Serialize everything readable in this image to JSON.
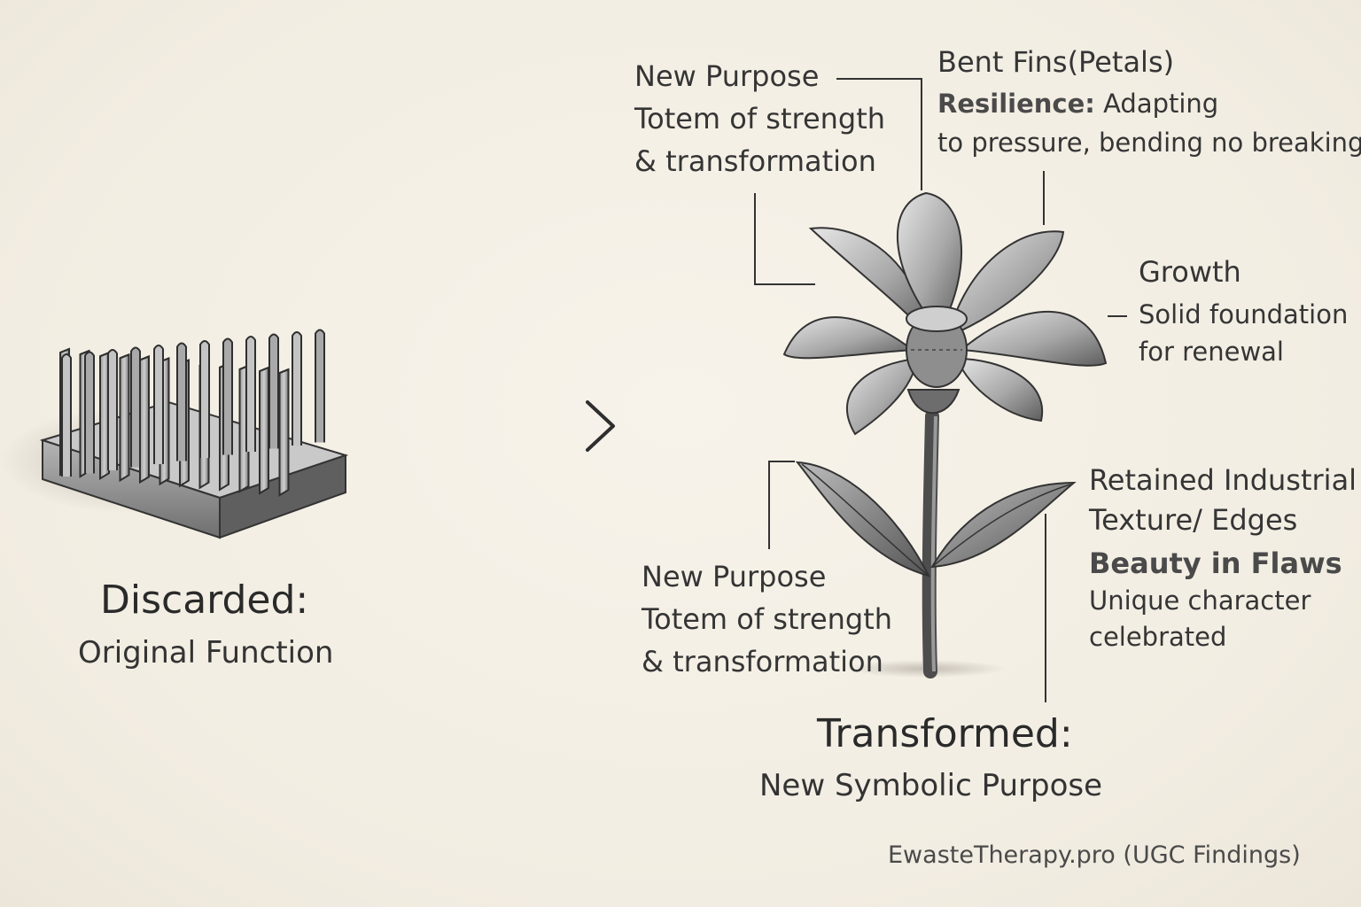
{
  "left": {
    "title": "Discarded:",
    "subtitle": "Original Function"
  },
  "labels": {
    "top_left": {
      "line1": "New Purpose",
      "line2": "Totem of strength",
      "line3": "& transformation"
    },
    "bent_fins": {
      "title": "Bent Fins(Petals)",
      "bold": "Resilience:",
      "line1_rest": " Adapting",
      "line2": "to pressure, bending no breaking"
    },
    "growth": {
      "title": "Growth",
      "line1": "Solid foundation",
      "line2": "for renewal"
    },
    "retained": {
      "line1": "Retained Industrial",
      "line2": "Texture/ Edges",
      "bold": "Beauty in Flaws",
      "line3": "Unique character",
      "line4": "celebrated"
    },
    "bottom_left": {
      "line1": "New Purpose",
      "line2": "Totem of strength",
      "line3": "& transformation"
    }
  },
  "right": {
    "title": "Transformed:",
    "subtitle": "New Symbolic Purpose"
  },
  "footer": "EwasteTherapy.pro (UGC Findings)",
  "icons": {
    "heatsink": "heatsink-icon",
    "arrow": "arrow-right-icon",
    "flower": "flower-icon"
  },
  "colors": {
    "background": "#f4efe4",
    "ink": "#2e2e2e"
  }
}
